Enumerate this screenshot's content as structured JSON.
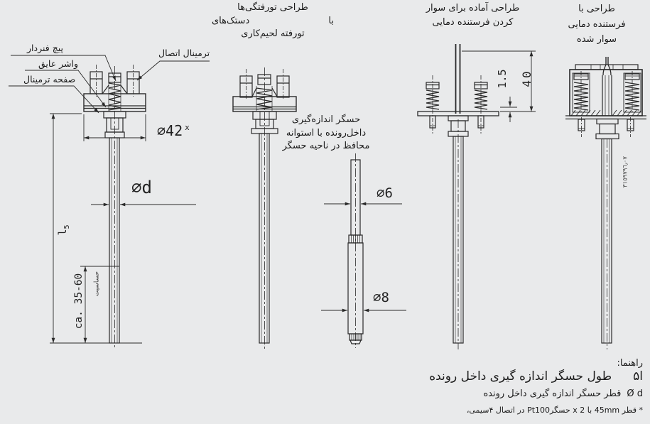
{
  "headers": {
    "soldered_lugs": {
      "line1": "طراحی تورفتگی‌ها",
      "line2": "با دستک‌های",
      "line3": "تورفته لحیم‌کاری"
    },
    "transmitter_ready": {
      "line1": "طراحی آماده برای سوار",
      "line2": "کردن فرستنده دمایی"
    },
    "transmitter_mounted": {
      "line1": "طراحی با",
      "line2": "فرستنده دمایی",
      "line3": "سوار شده"
    }
  },
  "callouts": {
    "spring_screw": "پیچ فنردار",
    "insulating_washer": "واشر عایق",
    "terminal_plate": "صفحه ترمینال",
    "connection_terminal": "ترمینال اتصال"
  },
  "sensor_note": {
    "line1": "حسگر اندازه‌گیری",
    "line2": "داخل‌رونده با استوانه",
    "line3": "محافظ در ناحیه حسگر"
  },
  "dimensions": {
    "head_diameter": "⌀42",
    "head_diameter_note": "x",
    "tube_diameter": "⌀d",
    "tip_diameter_small": "⌀6",
    "tip_diameter_large": "⌀8",
    "insertion_length_symbol": "l",
    "insertion_length_sub": "5",
    "sensitive_range": "ca. 35-60",
    "sensitive_range_label": "حساسیت",
    "plate_gap": "1.5",
    "wire_length": "40",
    "drawing_number": "٣١٥٩٧٩٦٫٠٧"
  },
  "legend": {
    "title": "راهنما:",
    "row_length_symbol": "ا۵",
    "row_length_text": "طول حسگر اندازه گیری داخل رونده",
    "row_diameter_symbol": "Ø d",
    "row_diameter_text": "قطر حسگر اندازه گیری داخل رونده",
    "footnote": "* قطر 45mm با 2 x حسگرPt100 در اتصال ۴سیمی،"
  },
  "colors": {
    "background": "#e9eaeb",
    "line": "#2a2a2a",
    "text": "#1b1b1b"
  }
}
